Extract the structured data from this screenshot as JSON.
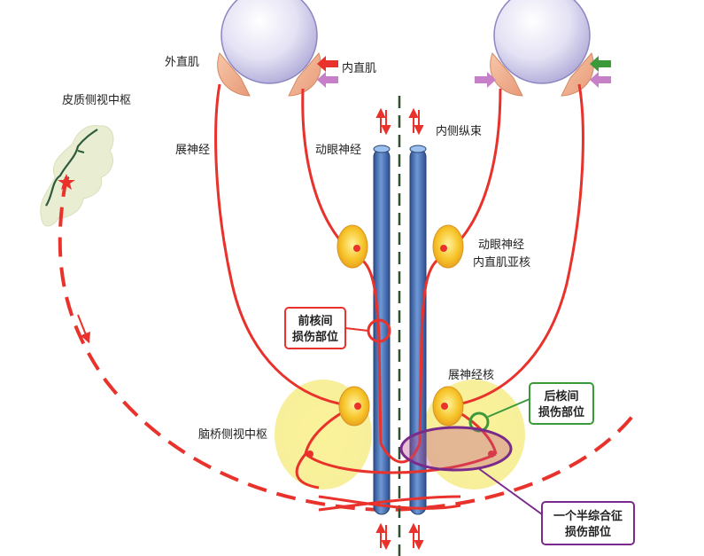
{
  "labels": {
    "lateral_rectus": "外直肌",
    "medial_rectus": "内直肌",
    "cortical_center": "皮质侧视中枢",
    "abducens_nerve": "展神经",
    "oculomotor_nerve": "动眼神经",
    "mlf": "内侧纵束",
    "oculomotor_subnucleus_line1": "动眼神经",
    "oculomotor_subnucleus_line2": "内直肌亚核",
    "abducens_nucleus": "展神经核",
    "pontine_center": "脑桥侧视中枢"
  },
  "boxes": {
    "anterior_lesion": {
      "line1": "前核间",
      "line2": "损伤部位",
      "color": "#e8322b"
    },
    "posterior_lesion": {
      "line1": "后核间",
      "line2": "损伤部位",
      "color": "#4aa84a"
    },
    "one_and_half": {
      "line1": "一个半综合征",
      "line2": "损伤部位",
      "color": "#7a2a8a"
    }
  },
  "colors": {
    "pathway": "#e8322b",
    "mlf_column": "#3f6fb8",
    "nucleus_fill": "#f7c52a",
    "center_glow": "#f7ec8a",
    "cortex": "#e9eed2",
    "arrow_purple": "#c77fc7",
    "arrow_green": "#3a9a3a"
  }
}
